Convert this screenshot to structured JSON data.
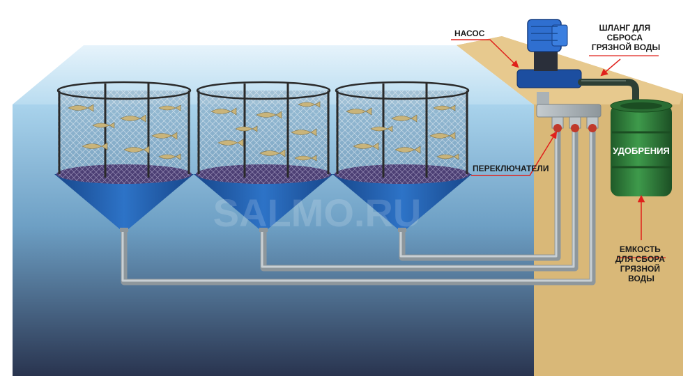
{
  "labels": {
    "pump": "НАСОС",
    "hose": [
      "ШЛАНГ ДЛЯ",
      "СБРОСА",
      "ГРЯЗНОЙ ВОДЫ"
    ],
    "switches": "ПЕРЕКЛЮЧАТЕЛИ",
    "barrel": "УДОБРЕНИЯ",
    "tank": [
      "ЕМКОСТЬ",
      "ДЛЯ СБОРА",
      "ГРЯЗНОЙ",
      "ВОДЫ"
    ]
  },
  "watermark": "SALMO.RU",
  "colors": {
    "water_top": "#8fc3e2",
    "water_deep": "#2b3a58",
    "ground": "#d8b778",
    "cone": "#1f5aa6",
    "pipe": "#9aa3a8",
    "barrel": "#2f7a3a",
    "pointer": "#e0201b",
    "fish": "#c7b27a"
  },
  "icons": {
    "pump": "electric-pump-icon",
    "fish": "fish-icon",
    "valve": "valve-icon",
    "barrel": "barrel-icon"
  }
}
